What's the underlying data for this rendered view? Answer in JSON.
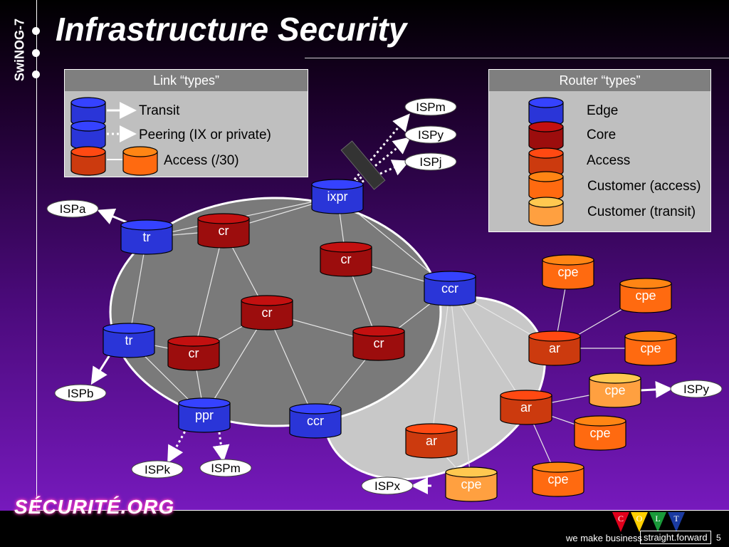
{
  "slide": {
    "title": "Infrastructure Security",
    "side_label": "SwiNOG-7",
    "page_number": "5"
  },
  "legend_links": {
    "header": "Link “types”",
    "items": [
      {
        "label": "Transit",
        "style": "solid-arrow"
      },
      {
        "label": "Peering (IX or private)",
        "style": "dotted-arrow"
      },
      {
        "label": "Access (/30)",
        "style": "plain-line"
      }
    ]
  },
  "legend_routers": {
    "header": "Router “types”",
    "items": [
      {
        "label": "Edge",
        "color": "#2a35d8"
      },
      {
        "label": "Core",
        "color": "#9c0d0d"
      },
      {
        "label": "Access",
        "color": "#cc3a0e"
      },
      {
        "label": "Customer (access)",
        "color": "#ff6a10"
      },
      {
        "label": "Customer (transit)",
        "color": "#ffa040"
      }
    ]
  },
  "routers": [
    {
      "id": "ixpr",
      "label": "ixpr",
      "type": "edge"
    },
    {
      "id": "tr1",
      "label": "tr",
      "type": "edge"
    },
    {
      "id": "tr2",
      "label": "tr",
      "type": "edge"
    },
    {
      "id": "ccr1",
      "label": "ccr",
      "type": "edge"
    },
    {
      "id": "ccr2",
      "label": "ccr",
      "type": "edge"
    },
    {
      "id": "ppr",
      "label": "ppr",
      "type": "edge"
    },
    {
      "id": "cr1",
      "label": "cr",
      "type": "core"
    },
    {
      "id": "cr2",
      "label": "cr",
      "type": "core"
    },
    {
      "id": "cr3",
      "label": "cr",
      "type": "core"
    },
    {
      "id": "cr4",
      "label": "cr",
      "type": "core"
    },
    {
      "id": "cr5",
      "label": "cr",
      "type": "core"
    },
    {
      "id": "ar1",
      "label": "ar",
      "type": "access"
    },
    {
      "id": "ar2",
      "label": "ar",
      "type": "access"
    },
    {
      "id": "ar3",
      "label": "ar",
      "type": "access"
    },
    {
      "id": "cpe1",
      "label": "cpe",
      "type": "customer-access"
    },
    {
      "id": "cpe2",
      "label": "cpe",
      "type": "customer-access"
    },
    {
      "id": "cpe3",
      "label": "cpe",
      "type": "customer-access"
    },
    {
      "id": "cpe4",
      "label": "cpe",
      "type": "customer-transit"
    },
    {
      "id": "cpe5",
      "label": "cpe",
      "type": "customer-access"
    },
    {
      "id": "cpe6",
      "label": "cpe",
      "type": "customer-access"
    },
    {
      "id": "cpe7",
      "label": "cpe",
      "type": "customer-transit"
    }
  ],
  "external_isps": [
    {
      "id": "ispm1",
      "label": "ISPm"
    },
    {
      "id": "ispy1",
      "label": "ISPy"
    },
    {
      "id": "ispj",
      "label": "ISPj"
    },
    {
      "id": "ispa",
      "label": "ISPa"
    },
    {
      "id": "ispb",
      "label": "ISPb"
    },
    {
      "id": "ispk",
      "label": "ISPk"
    },
    {
      "id": "ispm2",
      "label": "ISPm"
    },
    {
      "id": "ispx",
      "label": "ISPx"
    },
    {
      "id": "ispy2",
      "label": "ISPy"
    }
  ],
  "footer": {
    "slogan": "we make business",
    "slogan_box": "straight.forward",
    "colt_letters": [
      "C",
      "O",
      "L",
      "T"
    ],
    "colt_colors": [
      "#e0001b",
      "#ffd000",
      "#1a9a3a",
      "#1a3aa0"
    ]
  },
  "logo": {
    "text": "SÉCURITÉ.ORG"
  }
}
